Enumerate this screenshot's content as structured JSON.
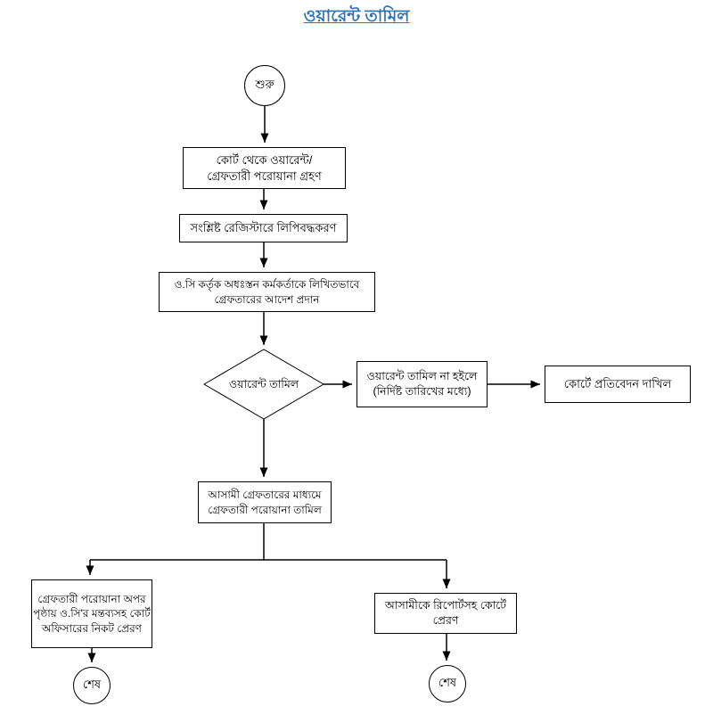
{
  "title": "ওয়ারেন্ট তামিল",
  "colors": {
    "title": "#2E74B5",
    "line": "#000000",
    "node_border": "#000000",
    "node_background": "#FFFFFF"
  },
  "nodes": {
    "start": {
      "label": "শুরু"
    },
    "receive_warrant": {
      "lines": [
        "কোর্ট থেকে ওয়ারেন্ট/",
        "গ্রেফতারী পরোয়ানা গ্রহণ"
      ]
    },
    "register_entry": {
      "lines": [
        "সংশ্লিষ্ট রেজিস্টারে লিপিবদ্ধকরণ"
      ]
    },
    "oc_order": {
      "lines": [
        "ও.সি কর্তৃক অধঃস্তন কর্মকর্তাকে লিখিতভাবে",
        "গ্রেফতারের আদেশ প্রদান"
      ]
    },
    "decision": {
      "label": "ওয়ারেন্ট তামিল"
    },
    "not_executed": {
      "lines": [
        "ওয়ারেন্ট তামিল না হইলে",
        "(নির্দিষ্ট তারিখের মধ্যে)"
      ]
    },
    "court_report": {
      "lines": [
        "কোর্টে প্রতিবেদন দাখিল"
      ]
    },
    "executed_by_arrest": {
      "lines": [
        "আসামী গ্রেফতারের মাধ্যমে",
        "গ্রেফতারী পরোয়ানা তামিল"
      ]
    },
    "send_to_court_officer": {
      "lines": [
        "গ্রেফতারী পরোয়ানা অপর",
        "পৃষ্ঠায় ও.সি'র মন্তব্যসহ কোর্ট",
        "অফিসারের নিকট প্রেরণ"
      ]
    },
    "send_accused_to_court": {
      "lines": [
        "আসামীকে রিপোর্টসহ কোর্টে",
        "প্রেরণ"
      ]
    },
    "end_left": {
      "label": "শেষ"
    },
    "end_right": {
      "label": "শেষ"
    }
  }
}
